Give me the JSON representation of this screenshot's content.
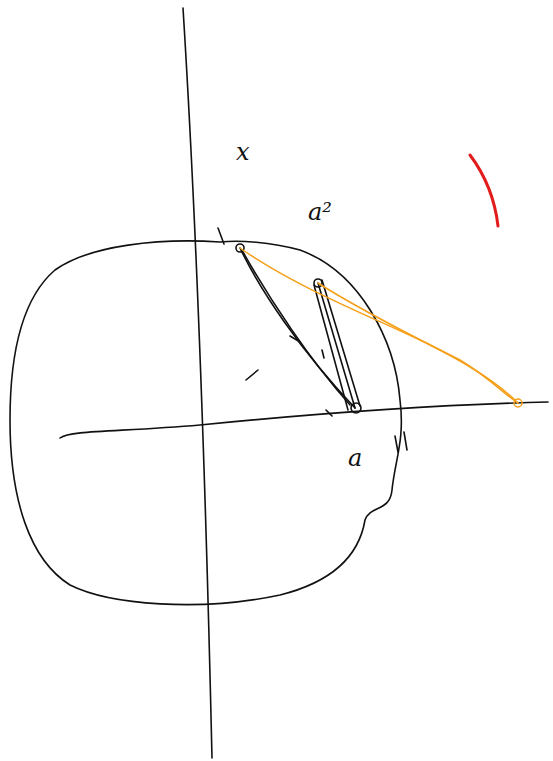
{
  "diagram": {
    "labels": [
      "x",
      "a²",
      "a"
    ]
  }
}
